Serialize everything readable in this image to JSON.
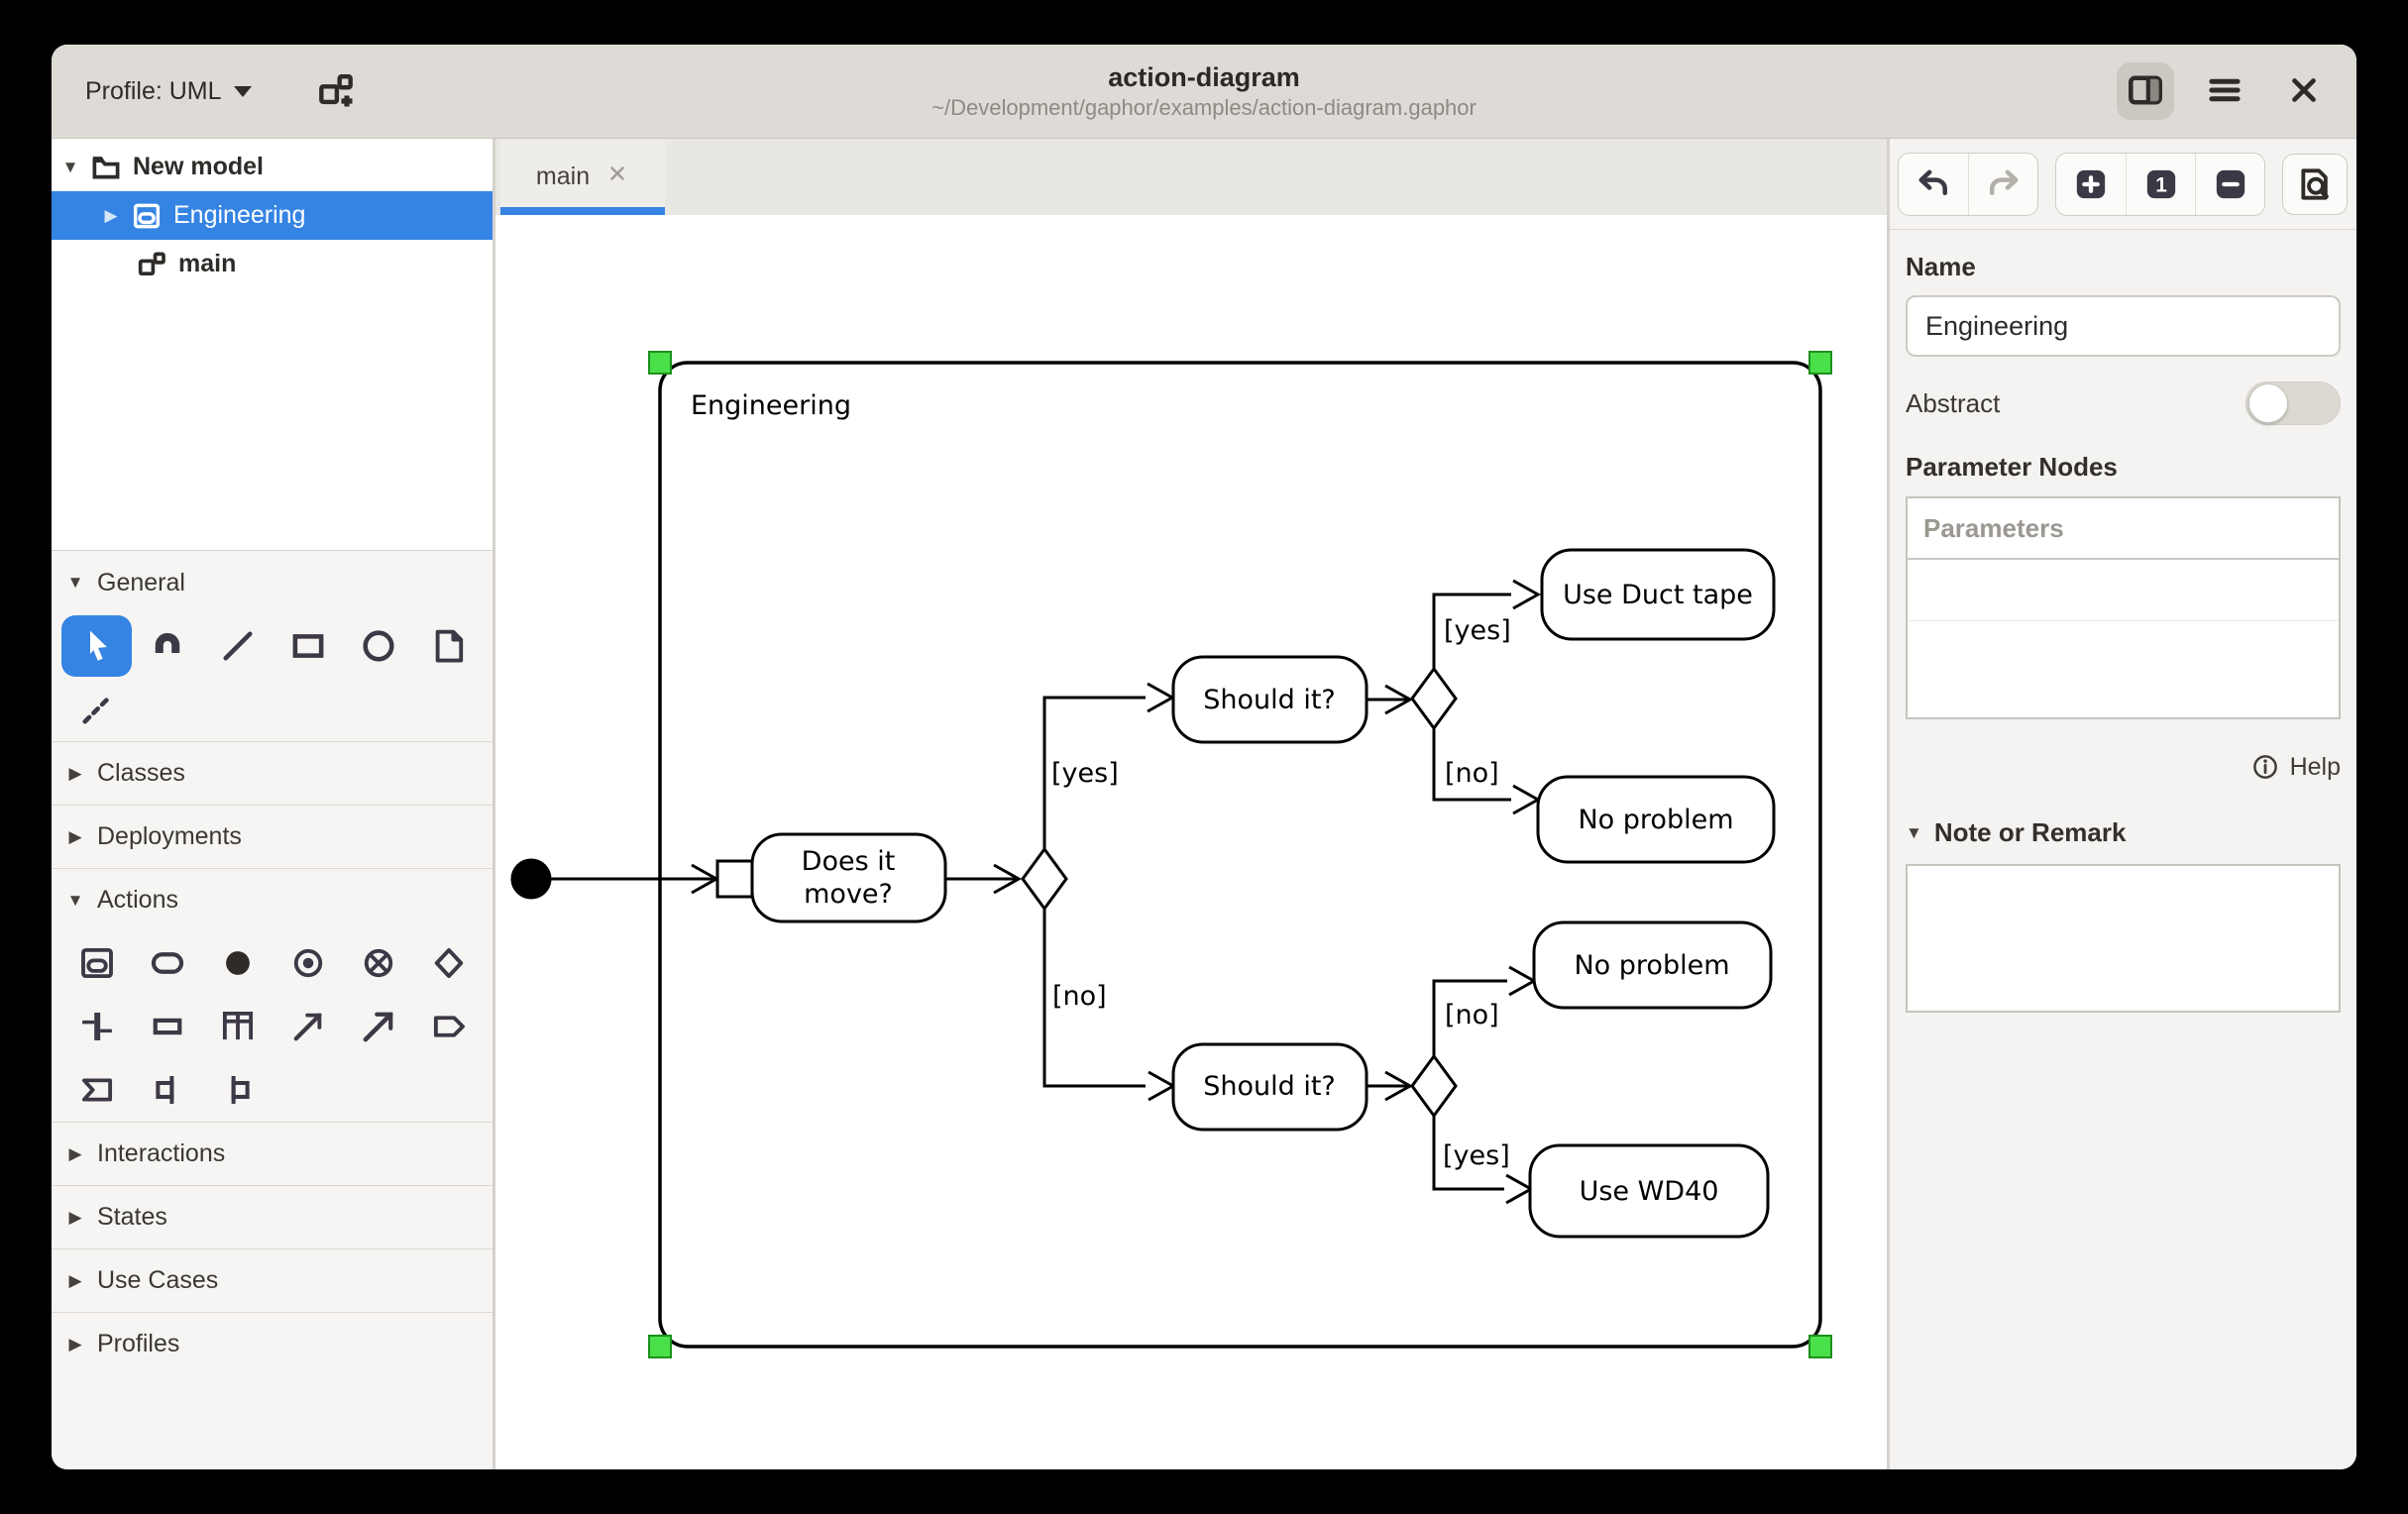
{
  "header": {
    "profile_label": "Profile: UML",
    "title": "action-diagram",
    "subtitle": "~/Development/gaphor/examples/action-diagram.gaphor"
  },
  "tree": {
    "items": [
      {
        "label": "New model"
      },
      {
        "label": "Engineering"
      },
      {
        "label": "main"
      }
    ]
  },
  "toolbox": {
    "sections": [
      {
        "label": "General"
      },
      {
        "label": "Classes"
      },
      {
        "label": "Deployments"
      },
      {
        "label": "Actions"
      },
      {
        "label": "Interactions"
      },
      {
        "label": "States"
      },
      {
        "label": "Use Cases"
      },
      {
        "label": "Profiles"
      }
    ]
  },
  "tabs": {
    "items": [
      {
        "label": "main"
      }
    ]
  },
  "diagram": {
    "frame_label": "Engineering",
    "action1_line1": "Does it",
    "action1_line2": "move?",
    "action2_label": "Should it?",
    "action3_label": "Should it?",
    "use_duct_tape_label": "Use Duct tape",
    "no_problem_top_label": "No problem",
    "no_problem_bottom_label": "No problem",
    "use_wd40_label": "Use WD40",
    "guard_yes_1": "[yes]",
    "guard_no_1": "[no]",
    "guard_yes_2": "[yes]",
    "guard_no_2": "[no]",
    "guard_no_3": "[no]",
    "guard_yes_3": "[yes]"
  },
  "properties": {
    "name_label": "Name",
    "name_value": "Engineering",
    "abstract_label": "Abstract",
    "abstract_enabled": false,
    "parameter_nodes_label": "Parameter Nodes",
    "parameters_placeholder": "Parameters",
    "help_label": "Help",
    "note_label": "Note or Remark",
    "note_value": "",
    "zoom_reset_label": "1"
  },
  "colors": {
    "accent": "#3584e4",
    "selection_handle": "#4ae04a",
    "selection_handle_border": "#1e8f1e"
  }
}
